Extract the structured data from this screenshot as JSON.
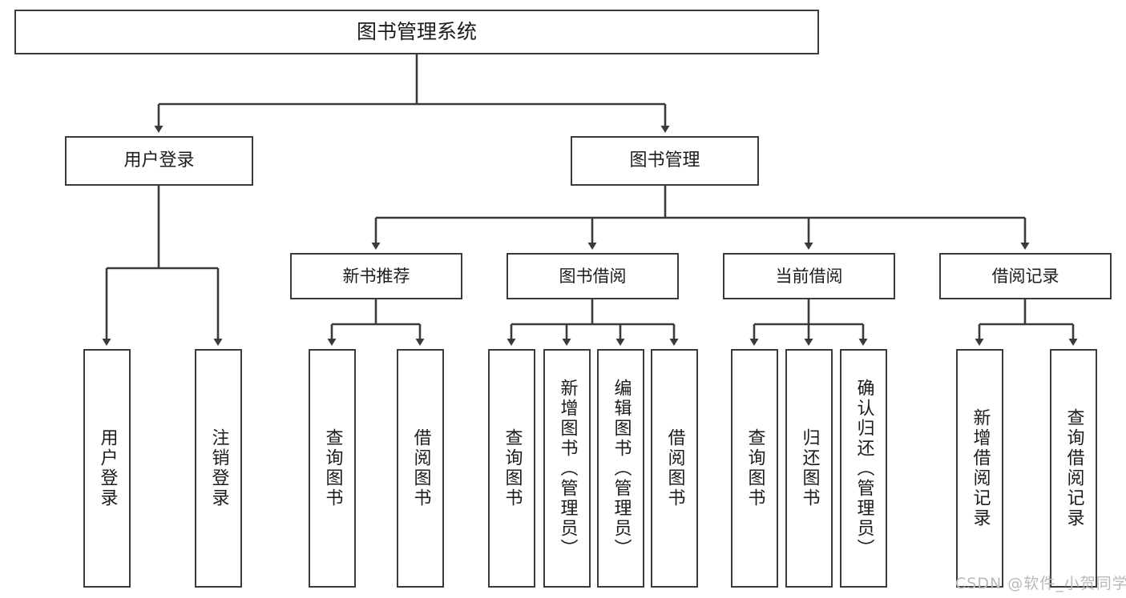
{
  "diagram": {
    "title": "图书管理系统",
    "watermark": "CSDN @软件_小贺同学",
    "stroke_color": "#3a3a3a",
    "background_color": "#ffffff",
    "text_color": "#1c1c1c",
    "watermark_color": "#b9b9b9"
  },
  "nodes": {
    "root": {
      "label": "图书管理系统"
    },
    "level2": [
      {
        "label": "用户登录"
      },
      {
        "label": "图书管理"
      }
    ],
    "level3": [
      {
        "label": "新书推荐"
      },
      {
        "label": "图书借阅"
      },
      {
        "label": "当前借阅"
      },
      {
        "label": "借阅记录"
      }
    ],
    "leaves": {
      "user_login": [
        {
          "label": "用户登录"
        },
        {
          "label": "注销登录"
        }
      ],
      "new_book_recommend": [
        {
          "label": "查询图书"
        },
        {
          "label": "借阅图书"
        }
      ],
      "book_borrow": [
        {
          "label": "查询图书"
        },
        {
          "label": "新增图书（管理员）"
        },
        {
          "label": "编辑图书（管理员）"
        },
        {
          "label": "借阅图书"
        }
      ],
      "current_borrow": [
        {
          "label": "查询图书"
        },
        {
          "label": "归还图书"
        },
        {
          "label": "确认归还（管理员）"
        }
      ],
      "borrow_record": [
        {
          "label": "新增借阅记录"
        },
        {
          "label": "查询借阅记录"
        }
      ]
    }
  },
  "chart_data": {
    "type": "table",
    "title": "图书管理系统 功能结构图",
    "structure": [
      {
        "level": 1,
        "label": "图书管理系统",
        "children": [
          {
            "level": 2,
            "label": "用户登录",
            "children": [
              {
                "level": 3,
                "label": "用户登录"
              },
              {
                "level": 3,
                "label": "注销登录"
              }
            ]
          },
          {
            "level": 2,
            "label": "图书管理",
            "children": [
              {
                "level": 3,
                "label": "新书推荐",
                "children": [
                  {
                    "level": 4,
                    "label": "查询图书"
                  },
                  {
                    "level": 4,
                    "label": "借阅图书"
                  }
                ]
              },
              {
                "level": 3,
                "label": "图书借阅",
                "children": [
                  {
                    "level": 4,
                    "label": "查询图书"
                  },
                  {
                    "level": 4,
                    "label": "新增图书（管理员）"
                  },
                  {
                    "level": 4,
                    "label": "编辑图书（管理员）"
                  },
                  {
                    "level": 4,
                    "label": "借阅图书"
                  }
                ]
              },
              {
                "level": 3,
                "label": "当前借阅",
                "children": [
                  {
                    "level": 4,
                    "label": "查询图书"
                  },
                  {
                    "level": 4,
                    "label": "归还图书"
                  },
                  {
                    "level": 4,
                    "label": "确认归还（管理员）"
                  }
                ]
              },
              {
                "level": 3,
                "label": "借阅记录",
                "children": [
                  {
                    "level": 4,
                    "label": "新增借阅记录"
                  },
                  {
                    "level": 4,
                    "label": "查询借阅记录"
                  }
                ]
              }
            ]
          }
        ]
      }
    ]
  }
}
